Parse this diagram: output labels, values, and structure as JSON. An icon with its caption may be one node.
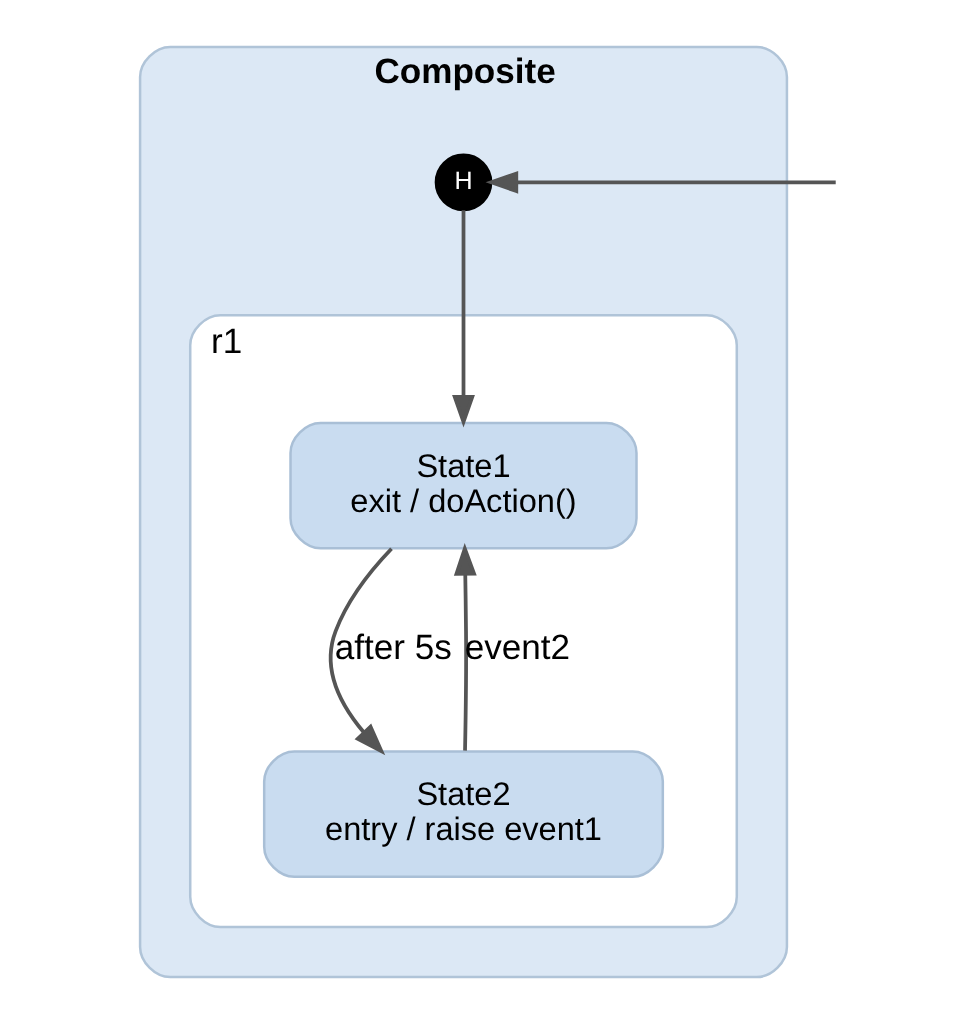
{
  "diagram": {
    "nodes": [
      {
        "text": [
          "Composite"
        ]
      },
      {
        "text": [
          "r1"
        ],
        "in": 0
      },
      {
        "text": [
          "State1",
          "exit / doAction()"
        ],
        "in": 1
      },
      {
        "text": [
          "State2",
          "entry / raise event1"
        ],
        "in": 1
      },
      {
        "text": [
          "H"
        ],
        "in": 0
      }
    ],
    "edges": [
      {
        "from": null,
        "to": 4,
        "arrow": "to"
      },
      {
        "from": 4,
        "to": 2,
        "arrow": "to"
      },
      {
        "from": 2,
        "to": 3,
        "label": "after 5s",
        "arrow": "to"
      },
      {
        "from": 3,
        "to": 2,
        "label": "event2",
        "arrow": "to"
      }
    ]
  }
}
